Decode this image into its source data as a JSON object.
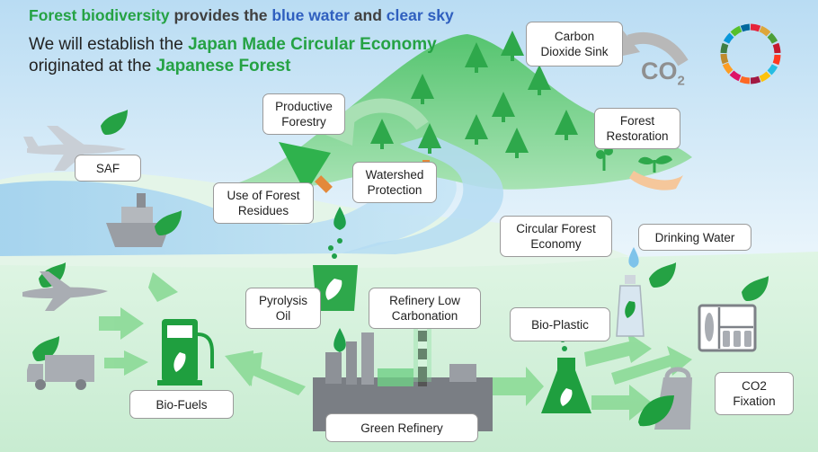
{
  "headline": {
    "line1_part1": "Forest biodiversity",
    "line1_part2": " provides the ",
    "line1_part3": "blue water",
    "line1_part4": " and ",
    "line1_part5": "clear sky",
    "line2_part1": "We will establish the ",
    "line2_part2": "Japan Made Circular Economy",
    "line3_part1": "originated at the ",
    "line3_part2": "Japanese Forest"
  },
  "co2_symbol": "CO",
  "co2_subscript": "2",
  "labels": {
    "carbon_sink": "Carbon\nDioxide Sink",
    "productive_forestry": "Productive\nForestry",
    "forest_restoration": "Forest\nRestoration",
    "saf_top": "SAF",
    "watershed": "Watershed\nProtection",
    "forest_residues": "Use of Forest\nResidues",
    "circular_forest": "Circular Forest\nEconomy",
    "drinking_water": "Drinking Water",
    "pyrolysis_oil": "Pyrolysis\nOil",
    "refinery_low_carbon": "Refinery Low\nCarbonation",
    "bio_plastic": "Bio-Plastic",
    "bio_fuels": "Bio-Fuels",
    "co2_fixation": "CO2\nFixation",
    "green_refinery": "Green Refinery"
  },
  "icons": [
    "leaf-icon",
    "airplane-icon",
    "ship-icon",
    "truck-icon",
    "fuel-pump-icon",
    "beaker-icon",
    "flask-icon",
    "bottle-icon",
    "food-tray-icon",
    "bag-icon",
    "factory-icon",
    "tree-icon",
    "sdg-wheel-icon",
    "hand-seedling-icon",
    "water-drop-icon"
  ],
  "colors": {
    "forest_green": "#4fbf6a",
    "dark_green": "#1f9f3f",
    "sky_blue": "#aed6ef",
    "water_blue": "#8cc4e6",
    "arrow_green": "#8fdb9a",
    "headline_green": "#25a244",
    "headline_blue": "#2f5fbf"
  }
}
